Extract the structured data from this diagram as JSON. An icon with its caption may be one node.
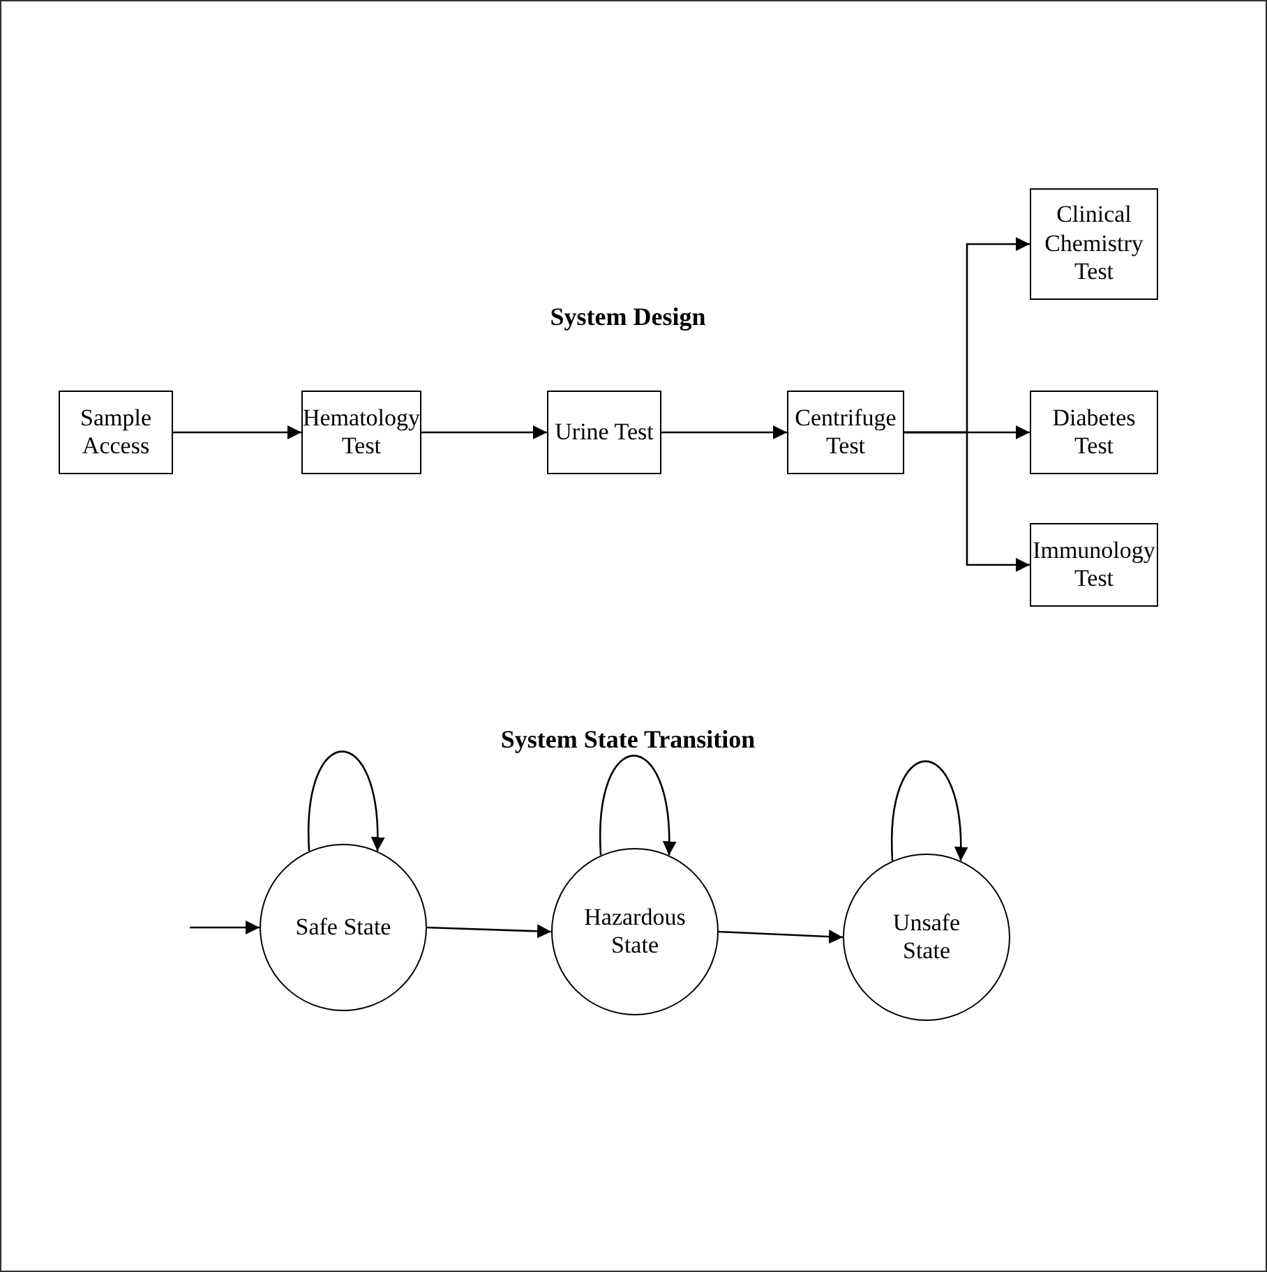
{
  "diagram": {
    "nodes": [
      {
        "text": [
          "Sample Access"
        ]
      },
      {
        "text": [
          "Hematology Test"
        ]
      },
      {
        "text": [
          "Urine Test"
        ]
      },
      {
        "text": [
          "Centrifuge Test"
        ]
      },
      {
        "text": [
          "Clinical Chemistry Test"
        ]
      },
      {
        "text": [
          "Diabetes Test"
        ]
      },
      {
        "text": [
          "Immunology Test"
        ]
      },
      {
        "text": [
          "Safe State"
        ]
      },
      {
        "text": [
          "Hazardous State"
        ]
      },
      {
        "text": [
          "Unsafe State"
        ]
      }
    ],
    "edges": [
      {
        "from": 0,
        "to": 1,
        "arrow": "to"
      },
      {
        "from": 1,
        "to": 2,
        "arrow": "to"
      },
      {
        "from": 2,
        "to": 3,
        "arrow": "to"
      },
      {
        "from": 3,
        "to": 4,
        "arrow": "to"
      },
      {
        "from": 3,
        "to": 5,
        "arrow": "to"
      },
      {
        "from": 3,
        "to": 6,
        "arrow": "to"
      },
      {
        "from": null,
        "to": 7,
        "arrow": "to"
      },
      {
        "from": 7,
        "to": 8,
        "arrow": "to"
      },
      {
        "from": 8,
        "to": 9,
        "arrow": "to"
      },
      {
        "from": 7,
        "to": 7,
        "arrow": "to"
      },
      {
        "from": 8,
        "to": 8,
        "arrow": "to"
      },
      {
        "from": 9,
        "to": 9,
        "arrow": "to"
      }
    ],
    "labels": [
      "System Design",
      "System State Transition"
    ]
  }
}
